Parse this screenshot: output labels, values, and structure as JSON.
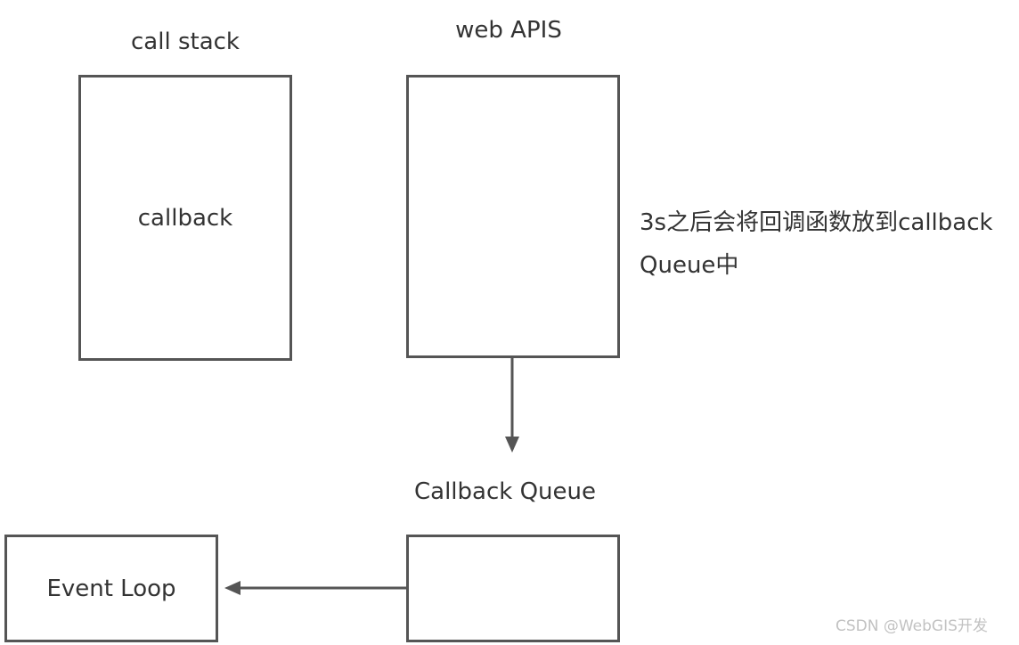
{
  "labels": {
    "call_stack": "call stack",
    "web_apis": "web APIS",
    "callback_queue": "Callback Queue"
  },
  "boxes": {
    "call_stack_content": "callback",
    "event_loop": "Event Loop"
  },
  "note": {
    "line1": "3s之后会将回调函数放到callback",
    "line2": "Queue中"
  },
  "watermark": "CSDN @WebGIS开发",
  "colors": {
    "stroke": "#555555",
    "text": "#333333"
  }
}
